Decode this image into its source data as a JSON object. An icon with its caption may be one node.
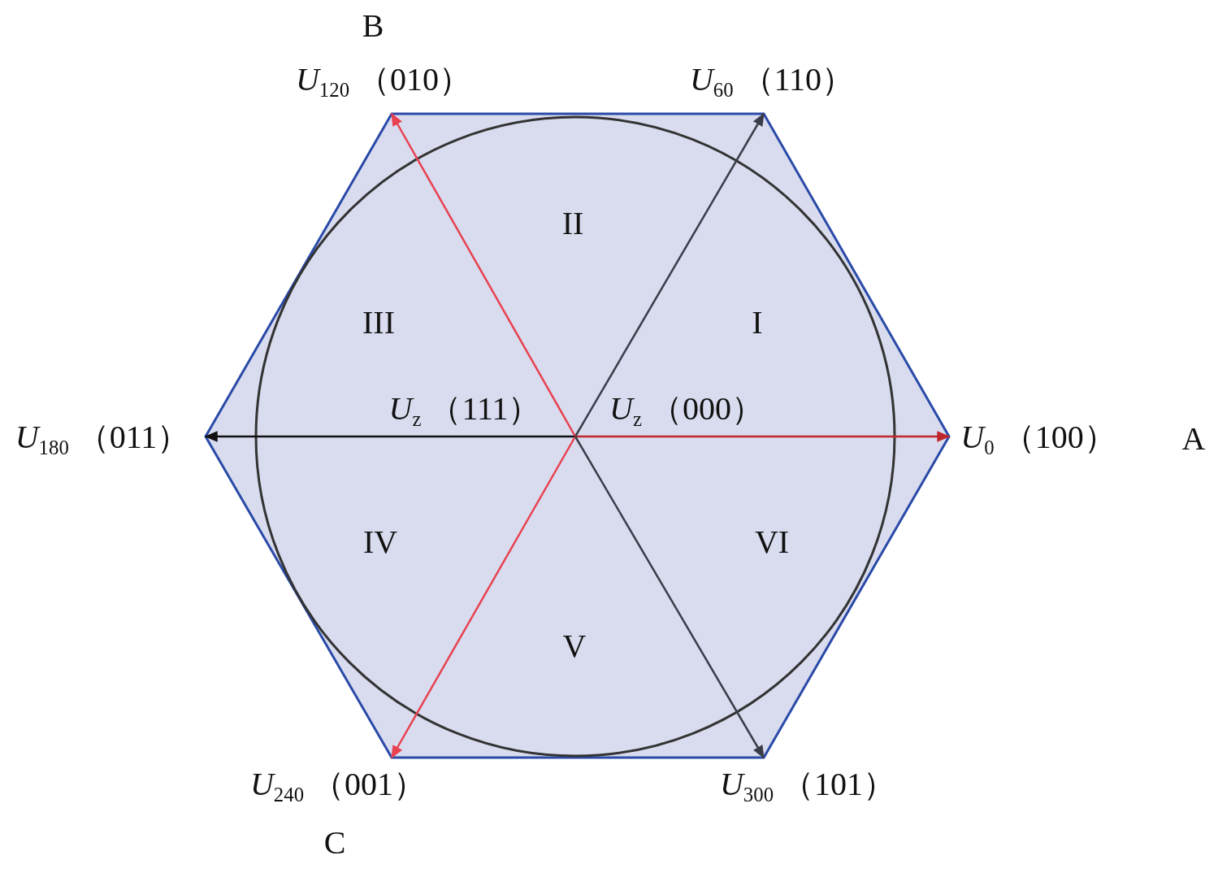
{
  "diagram": {
    "nodes": [
      {
        "text": [
          "*U*$_{0}$ （100）"
        ]
      },
      {
        "text": [
          "*U*$_{60}$ （110）"
        ]
      },
      {
        "text": [
          "*U*$_{120}$ （010）"
        ]
      },
      {
        "text": [
          "*U*$_{180}$ （011）"
        ]
      },
      {
        "text": [
          "*U*$_{240}$ （001）"
        ]
      },
      {
        "text": [
          "*U*$_{300}$ （101）"
        ]
      }
    ],
    "edges": [
      {
        "from": null,
        "to": 0,
        "arrow": "to",
        "color": "#c0272d"
      },
      {
        "from": null,
        "to": 1,
        "arrow": "to",
        "color": "#3a3d48"
      },
      {
        "from": null,
        "to": 2,
        "arrow": "to",
        "color": "#e8414f"
      },
      {
        "from": null,
        "to": 3,
        "arrow": "to",
        "color": "#111111"
      },
      {
        "from": null,
        "to": 4,
        "arrow": "to",
        "color": "#e8414f"
      },
      {
        "from": null,
        "to": 5,
        "arrow": "to",
        "color": "#3a3d48"
      }
    ],
    "labels": [
      "B",
      "II",
      "III",
      "I",
      "*U*$_{z}$ （111）",
      "*U*$_{z}$ （000）",
      "A",
      "IV",
      "VI",
      "V",
      "C"
    ]
  }
}
